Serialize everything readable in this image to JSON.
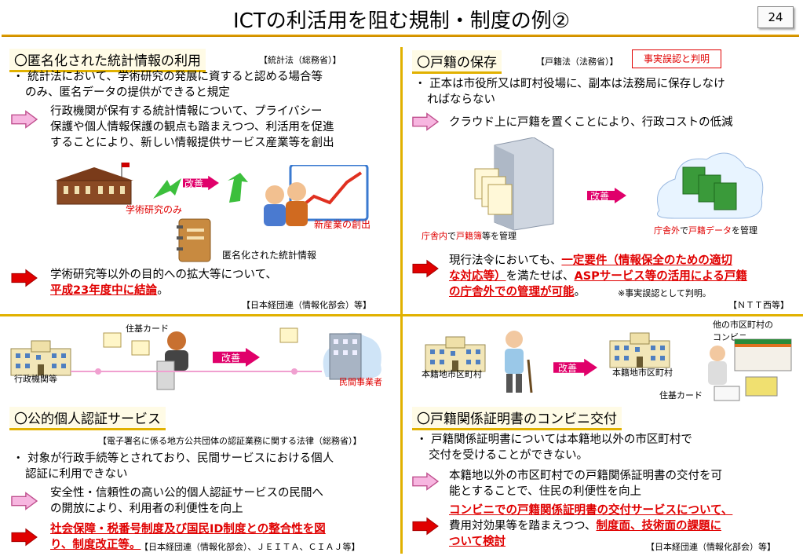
{
  "header": {
    "title": "ICTの利活用を阻む規制・制度の例②",
    "page": "24"
  },
  "s1": {
    "title": "〇匿名化された統計情報の利用",
    "law": "【統計法（総務省）】",
    "bullet": "・ 統計法において、学術研究の発展に資すると認める場合等のみ、匿名データの提供ができると規定",
    "bullet_l1": "・ 統計法において、学術研究の発展に資すると認める場合等",
    "bullet_l2": "のみ、匿名データの提供ができると規定",
    "point_l1": "行政機関が保有する統計情報について、プライバシー",
    "point_l2": "保護や個人情報保護の観点も踏まえつつ、利活用を促進",
    "point_l3": "することにより、新しい情報提供サービス産業等を創出",
    "kaizen": "改善",
    "label_research": "学術研究のみ",
    "label_newbiz": "新産業の創出",
    "label_anon": "匿名化された統計情報",
    "action_l1": "学術研究等以外の目的への拡大等について、",
    "action_red": "平成23年度中に結論",
    "action_end": "。",
    "source": "【日本経団連（情報化部会）等】"
  },
  "s2": {
    "title": "〇戸籍の保存",
    "law": "【戸籍法（法務省）】",
    "badge": "事実誤認と判明",
    "bullet_l1": "・ 正本は市役所又は町村役場に、副本は法務局に保存しなけ",
    "bullet_l2": "ればならない",
    "point": "クラウド上に戸籍を置くことにより、行政コストの低減",
    "kaizen": "改善",
    "cap_left_a": "庁舎内",
    "cap_left_b": "で",
    "cap_left_c": "戸籍簿",
    "cap_left_d": "等を管理",
    "cap_right_a": "庁舎外",
    "cap_right_b": "で",
    "cap_right_c": "戸籍データ",
    "cap_right_d": "を管理",
    "result_a": "現行法令においても、",
    "result_b": "一定要件（情報保全のための適切",
    "result_c": "な対応等）",
    "result_d": "を満たせば、",
    "result_e": "ASPサービス等の活用による戸籍",
    "result_f": "の庁舎外での管理が可能",
    "result_g": "。",
    "note": "※事実誤認として判明。",
    "source": "【ＮＴＴ西等】"
  },
  "s3": {
    "title": "〇公的個人認証サービス",
    "label_card": "住基カード",
    "label_gov": "行政機関等",
    "label_private": "民間事業者",
    "kaizen": "改善",
    "law": "【電子署名に係る地方公共団体の認証業務に関する法律（総務省）】",
    "bullet_l1": "・ 対象が行政手続等とされており、民間サービスにおける個人",
    "bullet_l2": "認証に利用できない",
    "point_l1": "安全性・信頼性の高い公的個人認証サービスの民間へ",
    "point_l2": "の開放により、利用者の利便性を向上",
    "action_l1": "社会保障・税番号制度及び国民ID制度との整合性を図",
    "action_l2": "り、制度改正等。",
    "source": "【日本経団連（情報化部会）、ＪＥＩＴＡ、ＣＩＡＪ等】"
  },
  "s4": {
    "title": "〇戸籍関係証明書のコンビニ交付",
    "label_conv_l1": "他の市区町村の",
    "label_conv_l2": "コンビニ",
    "label_town1": "本籍地市区町村",
    "label_town2": "本籍地市区町村",
    "label_card": "住基カード",
    "kaizen": "改善",
    "bullet_l1": "・ 戸籍関係証明書については本籍地以外の市区町村で",
    "bullet_l2": "交付を受けることができない。",
    "point_l1": "本籍地以外の市区町村での戸籍関係証明書の交付を可",
    "point_l2": "能とすることで、住民の利便性を向上",
    "action_l1": "コンビニでの戸籍関係証明書の交付サービスについて、",
    "action_l2a": "費用対効果等を踏まえつつ、",
    "action_l2b": "制度面、技術面の課題に",
    "action_l3": "ついて検討",
    "source": "【日本経団連（情報化部会）等】"
  },
  "colors": {
    "accent_gold": "#e1b100",
    "red": "#e00000",
    "pink_arrow": "#f080c8",
    "kaizen": "#e0006a"
  }
}
